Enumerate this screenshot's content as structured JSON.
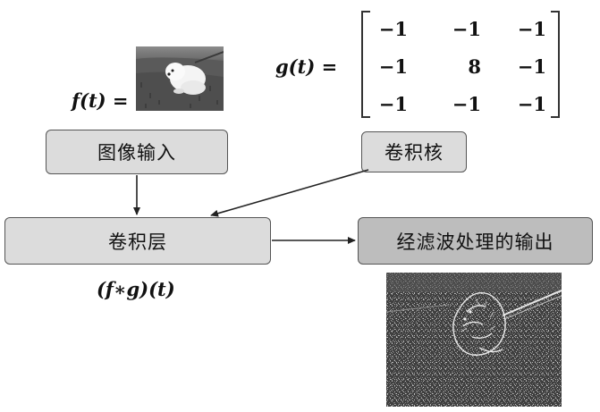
{
  "input_image_formula": "f(t) =",
  "kernel_formula": "g(t) =",
  "kernel_matrix": [
    [
      "−1",
      "−1",
      "−1"
    ],
    [
      "−1",
      "8",
      "−1"
    ],
    [
      "−1",
      "−1",
      "−1"
    ]
  ],
  "boxes": {
    "image_input": "图像输入",
    "kernel": "卷积核",
    "conv_layer": "卷积层",
    "filtered_output": "经滤波处理的输出"
  },
  "conv_formula": "(f∗g)(t)",
  "icons": {
    "input_photo": "white-dog-on-grass-photo",
    "output_photo": "edge-detected-dog-image"
  }
}
